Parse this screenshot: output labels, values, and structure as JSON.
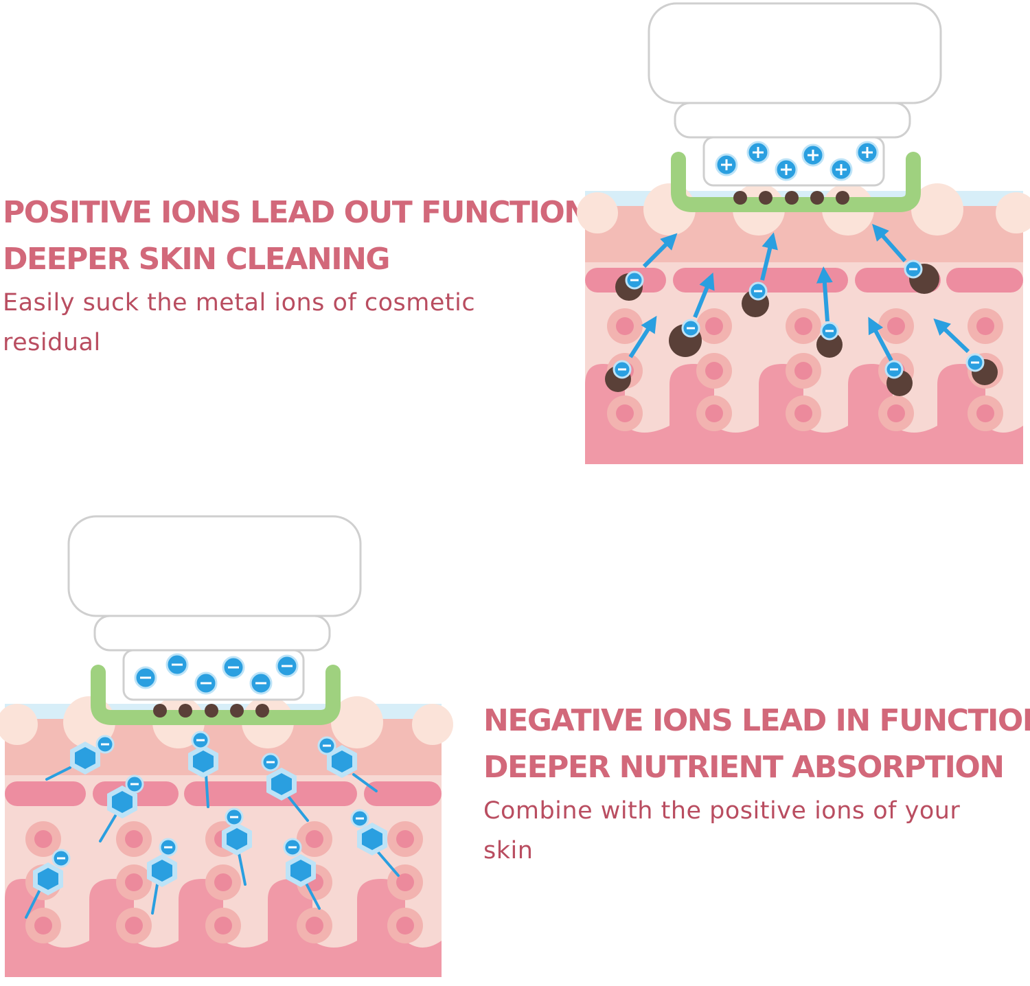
{
  "positive": {
    "heading_line1": "POSITIVE IONS LEAD OUT FUNCTION",
    "heading_line2": "DEEPER SKIN CLEANING",
    "description": "Easily suck the metal ions of cosmetic residual"
  },
  "negative": {
    "heading_line1": "NEGATIVE IONS LEAD IN FUNCTION",
    "heading_line2": "DEEPER NUTRIENT ABSORPTION",
    "description": "Combine with the positive ions of your skin"
  },
  "colors": {
    "heading": "#d2687a",
    "description": "#b94d60",
    "skin_light": "#f7d8d3",
    "skin_mid": "#f3bcb6",
    "skin_deep": "#f099a7",
    "band": "#ed8da0",
    "ion": "#2a9fe0",
    "arrow": "#2a9fe0",
    "particle": "#5a4038",
    "applicator": "#9fd17f",
    "device": "#ffffff",
    "surface": "#d7eef8"
  },
  "icons": {
    "positive_ion": "plus-circle-icon",
    "negative_ion": "minus-circle-icon",
    "residue": "dark-dot-icon",
    "nutrient": "hexagon-molecule-icon"
  }
}
